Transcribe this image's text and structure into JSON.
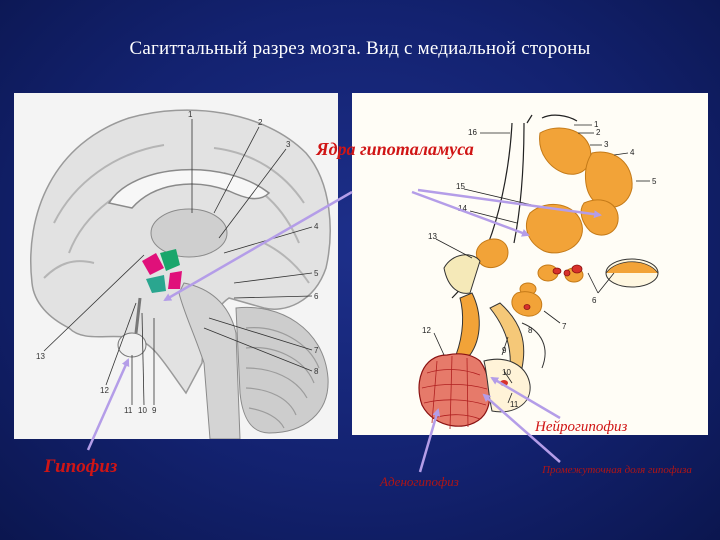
{
  "slide": {
    "title": "Сагиттальный разрез мозга. Вид с медиальной стороны"
  },
  "labels": {
    "hypothalamus_nuclei": "Ядра гипоталамуса",
    "hypophysis": "Гипофиз",
    "neurohypophysis": "Нейрогипофиз",
    "adenohypophysis": "Аденогипофиз",
    "intermediate_lobe": "Промежуточная доля гипофиза"
  },
  "left_figure": {
    "numbers": [
      "1",
      "2",
      "3",
      "4",
      "5",
      "6",
      "7",
      "8",
      "9",
      "10",
      "11",
      "12",
      "13"
    ]
  },
  "right_figure": {
    "numbers": [
      "1",
      "2",
      "3",
      "4",
      "5",
      "6",
      "7",
      "8",
      "9",
      "10",
      "11",
      "12",
      "13",
      "14",
      "15",
      "16"
    ]
  },
  "colors": {
    "background": "#132270",
    "annotation_red": "#d01515",
    "arrow_lavender": "#b49de8",
    "nucleus_orange": "#f2a338",
    "hypothalamus_pink": "#e0107a",
    "hypothalamus_green": "#19a66b"
  }
}
